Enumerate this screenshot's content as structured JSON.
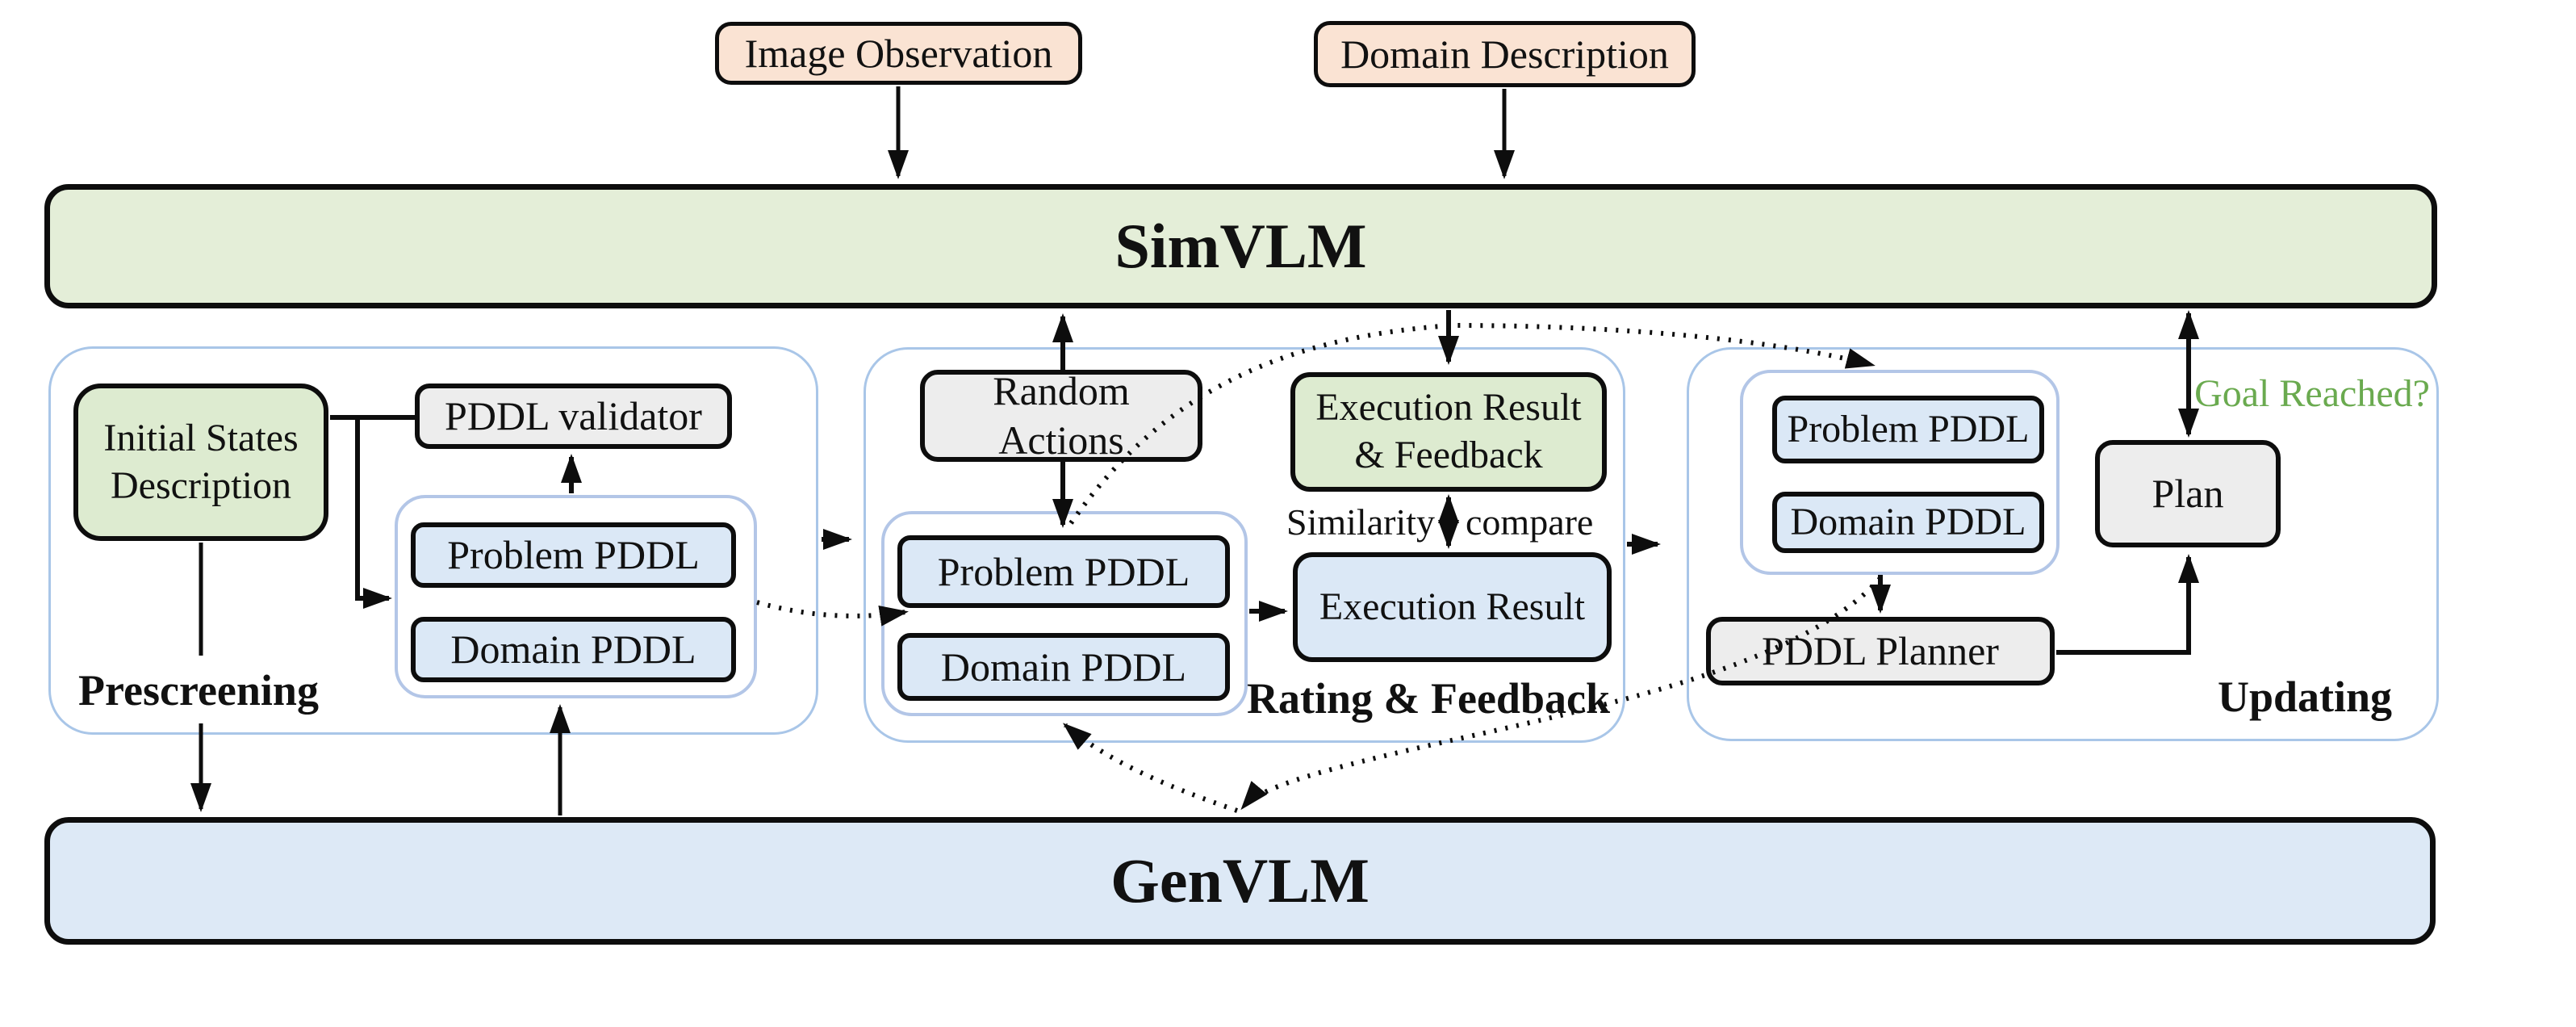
{
  "top": {
    "image_observation": "Image Observation",
    "domain_description": "Domain Description"
  },
  "sim_vlm": "SimVLM",
  "gen_vlm": "GenVLM",
  "prescreening": {
    "label": "Prescreening",
    "initial_states_line1": "Initial States",
    "initial_states_line2": "Description",
    "pddl_validator": "PDDL validator",
    "problem_pddl": "Problem PDDL",
    "domain_pddl": "Domain PDDL"
  },
  "rating": {
    "label": "Rating & Feedback",
    "random_line1": "Random",
    "random_line2": "Actions",
    "problem_pddl": "Problem PDDL",
    "domain_pddl": "Domain PDDL",
    "exec_feedback_line1": "Execution Result",
    "exec_feedback_line2": "& Feedback",
    "similarity": "Similarity",
    "compare": "compare",
    "execution_result": "Execution Result"
  },
  "updating": {
    "label": "Updating",
    "problem_pddl": "Problem PDDL",
    "domain_pddl": "Domain PDDL",
    "pddl_planner": "PDDL Planner",
    "plan": "Plan",
    "goal_reached": "Goal Reached?"
  },
  "colors": {
    "peach_box": "#fae3d3",
    "simvlm_bar": "#e4eed8",
    "genvlm_bar": "#dde9f6",
    "green_box": "#ddebd0",
    "blue_box": "#dbe8f6",
    "gray_box": "#ededed",
    "group_border": "#a9c6e8",
    "inner_border": "#b3c6e7",
    "goal_text": "#6aaa4f",
    "line": "#0d0d0d"
  }
}
